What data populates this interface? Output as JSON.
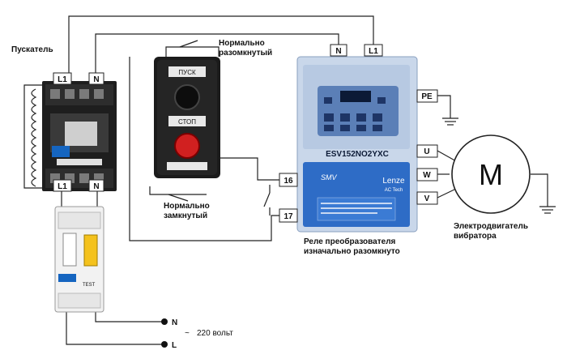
{
  "labels": {
    "starter": "Пускатель",
    "no_contact_line1": "Нормально",
    "no_contact_line2": "разомкнутый",
    "nc_contact_line1": "Нормально",
    "nc_contact_line2": "замкнутый",
    "relay_line1": "Реле преобразователя",
    "relay_line2": "изначально разомкнуто",
    "motor_line1": "Электродвигатель",
    "motor_line2": "вибратора",
    "voltage": "220 вольт",
    "tilde": "~"
  },
  "buttons": {
    "start": "ПУСК",
    "stop": "СТОП"
  },
  "vfd": {
    "model": "ESV152NO2YXC",
    "brand": "Lenze",
    "brand_sub": "AC Tech",
    "series": "SMV"
  },
  "motor": {
    "symbol": "M"
  },
  "terminals": {
    "starter_top_l1": "L1",
    "starter_top_n": "N",
    "starter_bottom_l1": "L1",
    "starter_bottom_n": "N",
    "vfd_n": "N",
    "vfd_l1": "L1",
    "vfd_pe": "PE",
    "vfd_u": "U",
    "vfd_w": "W",
    "vfd_v": "V",
    "vfd_16": "16",
    "vfd_17": "17",
    "supply_n": "N",
    "supply_l": "L"
  },
  "breaker": {
    "test": "TEST"
  }
}
